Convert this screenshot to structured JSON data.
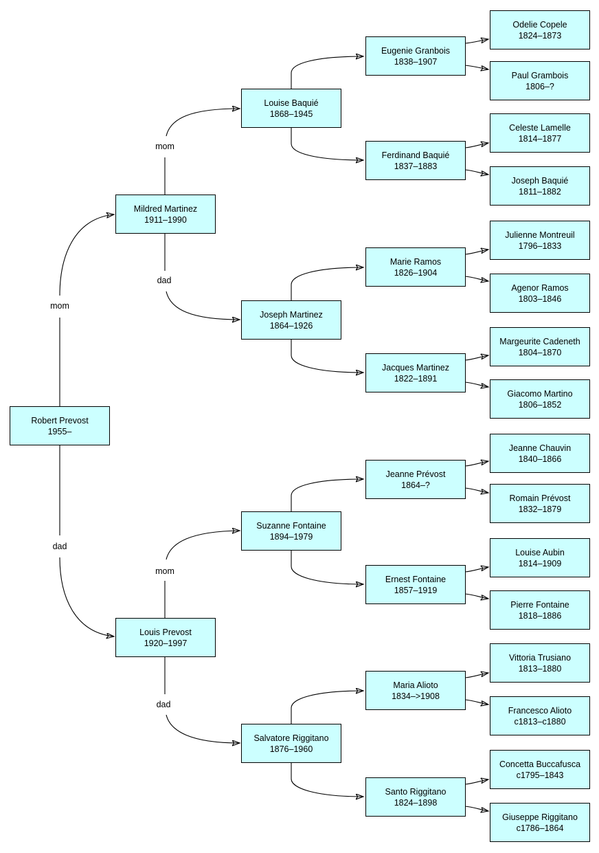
{
  "diagram": {
    "type": "ancestor-family-tree",
    "background_color": "#ffffff",
    "node_fill_color": "#ccffff",
    "node_border_color": "#000000",
    "edge_color": "#000000"
  },
  "people": [
    {
      "name": "Robert Prevost",
      "years": "1955–"
    },
    {
      "name": "Mildred Martinez",
      "years": "1911–1990"
    },
    {
      "name": "Louis Prevost",
      "years": "1920–1997"
    },
    {
      "name": "Louise Baquié",
      "years": "1868–1945"
    },
    {
      "name": "Joseph Martinez",
      "years": "1864–1926"
    },
    {
      "name": "Suzanne Fontaine",
      "years": "1894–1979"
    },
    {
      "name": "Salvatore Riggitano",
      "years": "1876–1960"
    },
    {
      "name": "Eugenie Granbois",
      "years": "1838–1907"
    },
    {
      "name": "Ferdinand Baquié",
      "years": "1837–1883"
    },
    {
      "name": "Marie Ramos",
      "years": "1826–1904"
    },
    {
      "name": "Jacques Martinez",
      "years": "1822–1891"
    },
    {
      "name": "Jeanne Prévost",
      "years": "1864–?"
    },
    {
      "name": "Ernest Fontaine",
      "years": "1857–1919"
    },
    {
      "name": "Maria Alioto",
      "years": "1834–>1908"
    },
    {
      "name": "Santo Riggitano",
      "years": "1824–1898"
    },
    {
      "name": "Odelie Copele",
      "years": "1824–1873"
    },
    {
      "name": "Paul Grambois",
      "years": "1806–?"
    },
    {
      "name": "Celeste Lamelle",
      "years": "1814–1877"
    },
    {
      "name": "Joseph Baquié",
      "years": "1811–1882"
    },
    {
      "name": "Julienne Montreuil",
      "years": "1796–1833"
    },
    {
      "name": "Agenor Ramos",
      "years": "1803–1846"
    },
    {
      "name": "Margeurite Cadeneth",
      "years": "1804–1870"
    },
    {
      "name": "Giacomo Martino",
      "years": "1806–1852"
    },
    {
      "name": "Jeanne Chauvin",
      "years": "1840–1866"
    },
    {
      "name": "Romain Prévost",
      "years": "1832–1879"
    },
    {
      "name": "Louise Aubin",
      "years": "1814–1909"
    },
    {
      "name": "Pierre Fontaine",
      "years": "1818–1886"
    },
    {
      "name": "Vittoria Trusiano",
      "years": "1813–1880"
    },
    {
      "name": "Francesco Alioto",
      "years": "c1813–c1880"
    },
    {
      "name": "Concetta Buccafusca",
      "years": "c1795–1843"
    },
    {
      "name": "Giuseppe Riggitano",
      "years": "c1786–1864"
    }
  ],
  "edge_labels": [
    {
      "text": "mom",
      "from": "Robert Prevost",
      "to": "Mildred Martinez"
    },
    {
      "text": "dad",
      "from": "Robert Prevost",
      "to": "Louis Prevost"
    },
    {
      "text": "mom",
      "from": "Mildred Martinez",
      "to": "Louise Baquié"
    },
    {
      "text": "dad",
      "from": "Mildred Martinez",
      "to": "Joseph Martinez"
    },
    {
      "text": "mom",
      "from": "Louis Prevost",
      "to": "Suzanne Fontaine"
    },
    {
      "text": "dad",
      "from": "Louis Prevost",
      "to": "Salvatore Riggitano"
    }
  ],
  "edges": [
    {
      "child": "Robert Prevost",
      "parent": "Mildred Martinez",
      "label": "mom"
    },
    {
      "child": "Robert Prevost",
      "parent": "Louis Prevost",
      "label": "dad"
    },
    {
      "child": "Mildred Martinez",
      "parent": "Louise Baquié",
      "label": "mom"
    },
    {
      "child": "Mildred Martinez",
      "parent": "Joseph Martinez",
      "label": "dad"
    },
    {
      "child": "Louis Prevost",
      "parent": "Suzanne Fontaine",
      "label": "mom"
    },
    {
      "child": "Louis Prevost",
      "parent": "Salvatore Riggitano",
      "label": "dad"
    },
    {
      "child": "Louise Baquié",
      "parent": "Eugenie Granbois"
    },
    {
      "child": "Louise Baquié",
      "parent": "Ferdinand Baquié"
    },
    {
      "child": "Joseph Martinez",
      "parent": "Marie Ramos"
    },
    {
      "child": "Joseph Martinez",
      "parent": "Jacques Martinez"
    },
    {
      "child": "Suzanne Fontaine",
      "parent": "Jeanne Prévost"
    },
    {
      "child": "Suzanne Fontaine",
      "parent": "Ernest Fontaine"
    },
    {
      "child": "Salvatore Riggitano",
      "parent": "Maria Alioto"
    },
    {
      "child": "Salvatore Riggitano",
      "parent": "Santo Riggitano"
    },
    {
      "child": "Eugenie Granbois",
      "parent": "Odelie Copele"
    },
    {
      "child": "Eugenie Granbois",
      "parent": "Paul Grambois"
    },
    {
      "child": "Ferdinand Baquié",
      "parent": "Celeste Lamelle"
    },
    {
      "child": "Ferdinand Baquié",
      "parent": "Joseph Baquié"
    },
    {
      "child": "Marie Ramos",
      "parent": "Julienne Montreuil"
    },
    {
      "child": "Marie Ramos",
      "parent": "Agenor Ramos"
    },
    {
      "child": "Jacques Martinez",
      "parent": "Margeurite Cadeneth"
    },
    {
      "child": "Jacques Martinez",
      "parent": "Giacomo Martino"
    },
    {
      "child": "Jeanne Prévost",
      "parent": "Jeanne Chauvin"
    },
    {
      "child": "Jeanne Prévost",
      "parent": "Romain Prévost"
    },
    {
      "child": "Ernest Fontaine",
      "parent": "Louise Aubin"
    },
    {
      "child": "Ernest Fontaine",
      "parent": "Pierre Fontaine"
    },
    {
      "child": "Maria Alioto",
      "parent": "Vittoria Trusiano"
    },
    {
      "child": "Maria Alioto",
      "parent": "Francesco Alioto"
    },
    {
      "child": "Santo Riggitano",
      "parent": "Concetta Buccafusca"
    },
    {
      "child": "Santo Riggitano",
      "parent": "Giuseppe Riggitano"
    }
  ]
}
